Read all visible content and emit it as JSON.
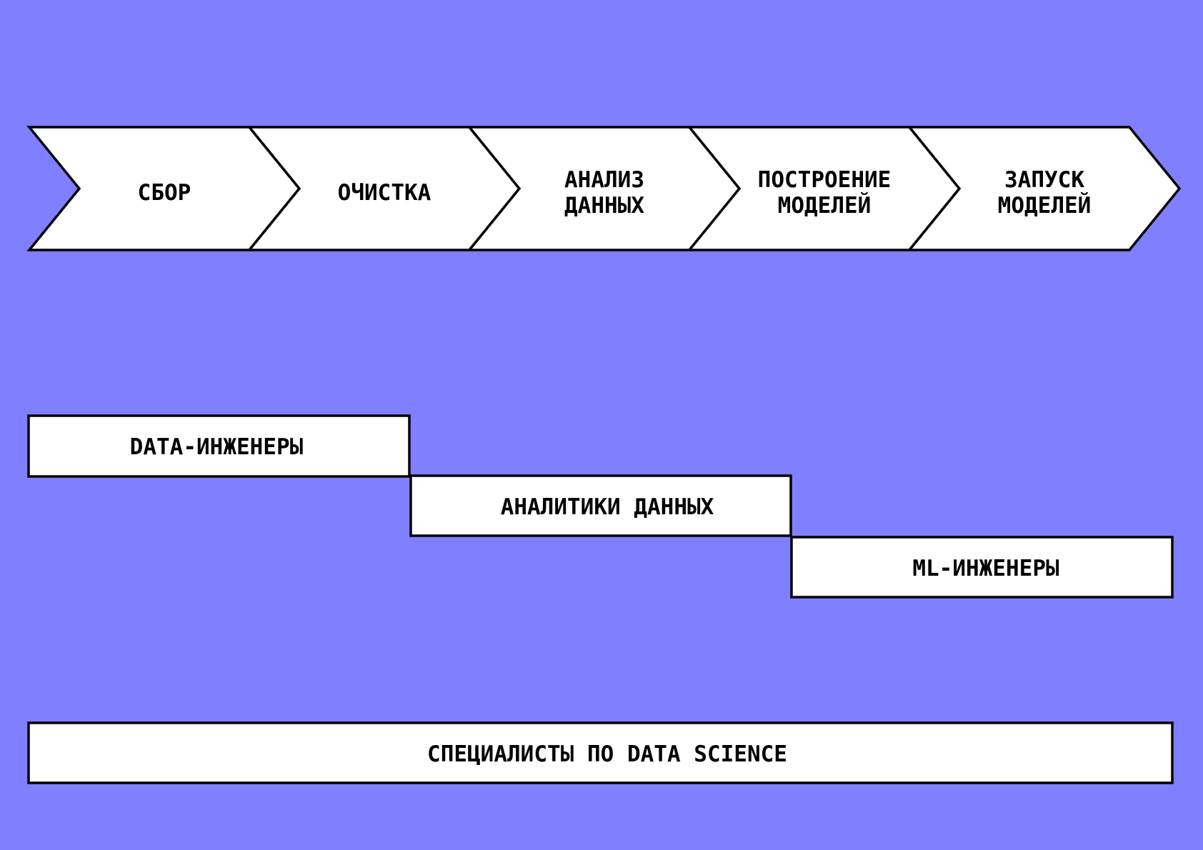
{
  "colors": {
    "background": "#7f7fff",
    "shape_fill": "#ffffff",
    "stroke": "#000000",
    "text": "#000000"
  },
  "pipeline": {
    "stages": [
      {
        "lines": [
          "СБОР"
        ]
      },
      {
        "lines": [
          "ОЧИСТКА"
        ]
      },
      {
        "lines": [
          "АНАЛИЗ",
          "ДАННЫХ"
        ]
      },
      {
        "lines": [
          "ПОСТРОЕНИЕ",
          "МОДЕЛЕЙ"
        ]
      },
      {
        "lines": [
          "ЗАПУСК",
          "МОДЕЛЕЙ"
        ]
      }
    ]
  },
  "roles": {
    "data_engineers": "DATA-ИНЖЕНЕРЫ",
    "data_analysts": "АНАЛИТИКИ ДАННЫХ",
    "ml_engineers": "ML-ИНЖЕНЕРЫ",
    "data_scientists": "СПЕЦИАЛИСТЫ ПО DATA SCIENCE"
  }
}
